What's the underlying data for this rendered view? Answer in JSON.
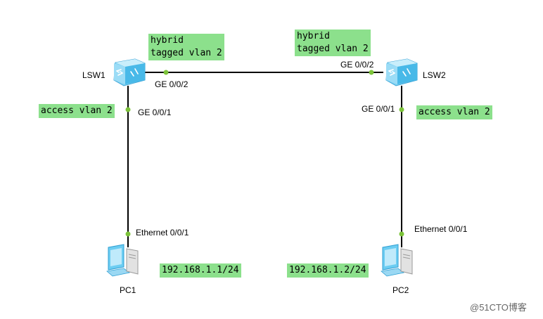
{
  "devices": {
    "lsw1": "LSW1",
    "lsw2": "LSW2",
    "pc1": "PC1",
    "pc2": "PC2"
  },
  "ports": {
    "lsw1_ge002": "GE 0/0/2",
    "lsw1_ge001": "GE 0/0/1",
    "lsw2_ge002": "GE 0/0/2",
    "lsw2_ge001": "GE 0/0/1",
    "pc1_eth": "Ethernet 0/0/1",
    "pc2_eth": "Ethernet 0/0/1"
  },
  "notes": {
    "lsw1_hybrid": "hybrid\ntagged vlan 2",
    "lsw2_hybrid": "hybrid\ntagged vlan 2",
    "lsw1_access": "access vlan 2",
    "lsw2_access": "access vlan 2",
    "pc1_ip": "192.168.1.1/24",
    "pc2_ip": "192.168.1.2/24"
  },
  "colors": {
    "note_bg": "#8ce08c",
    "link": "#000000",
    "port_dot": "#7cc33a",
    "switch_blue": "#5cc4ee"
  },
  "watermark": "@51CTO博客"
}
